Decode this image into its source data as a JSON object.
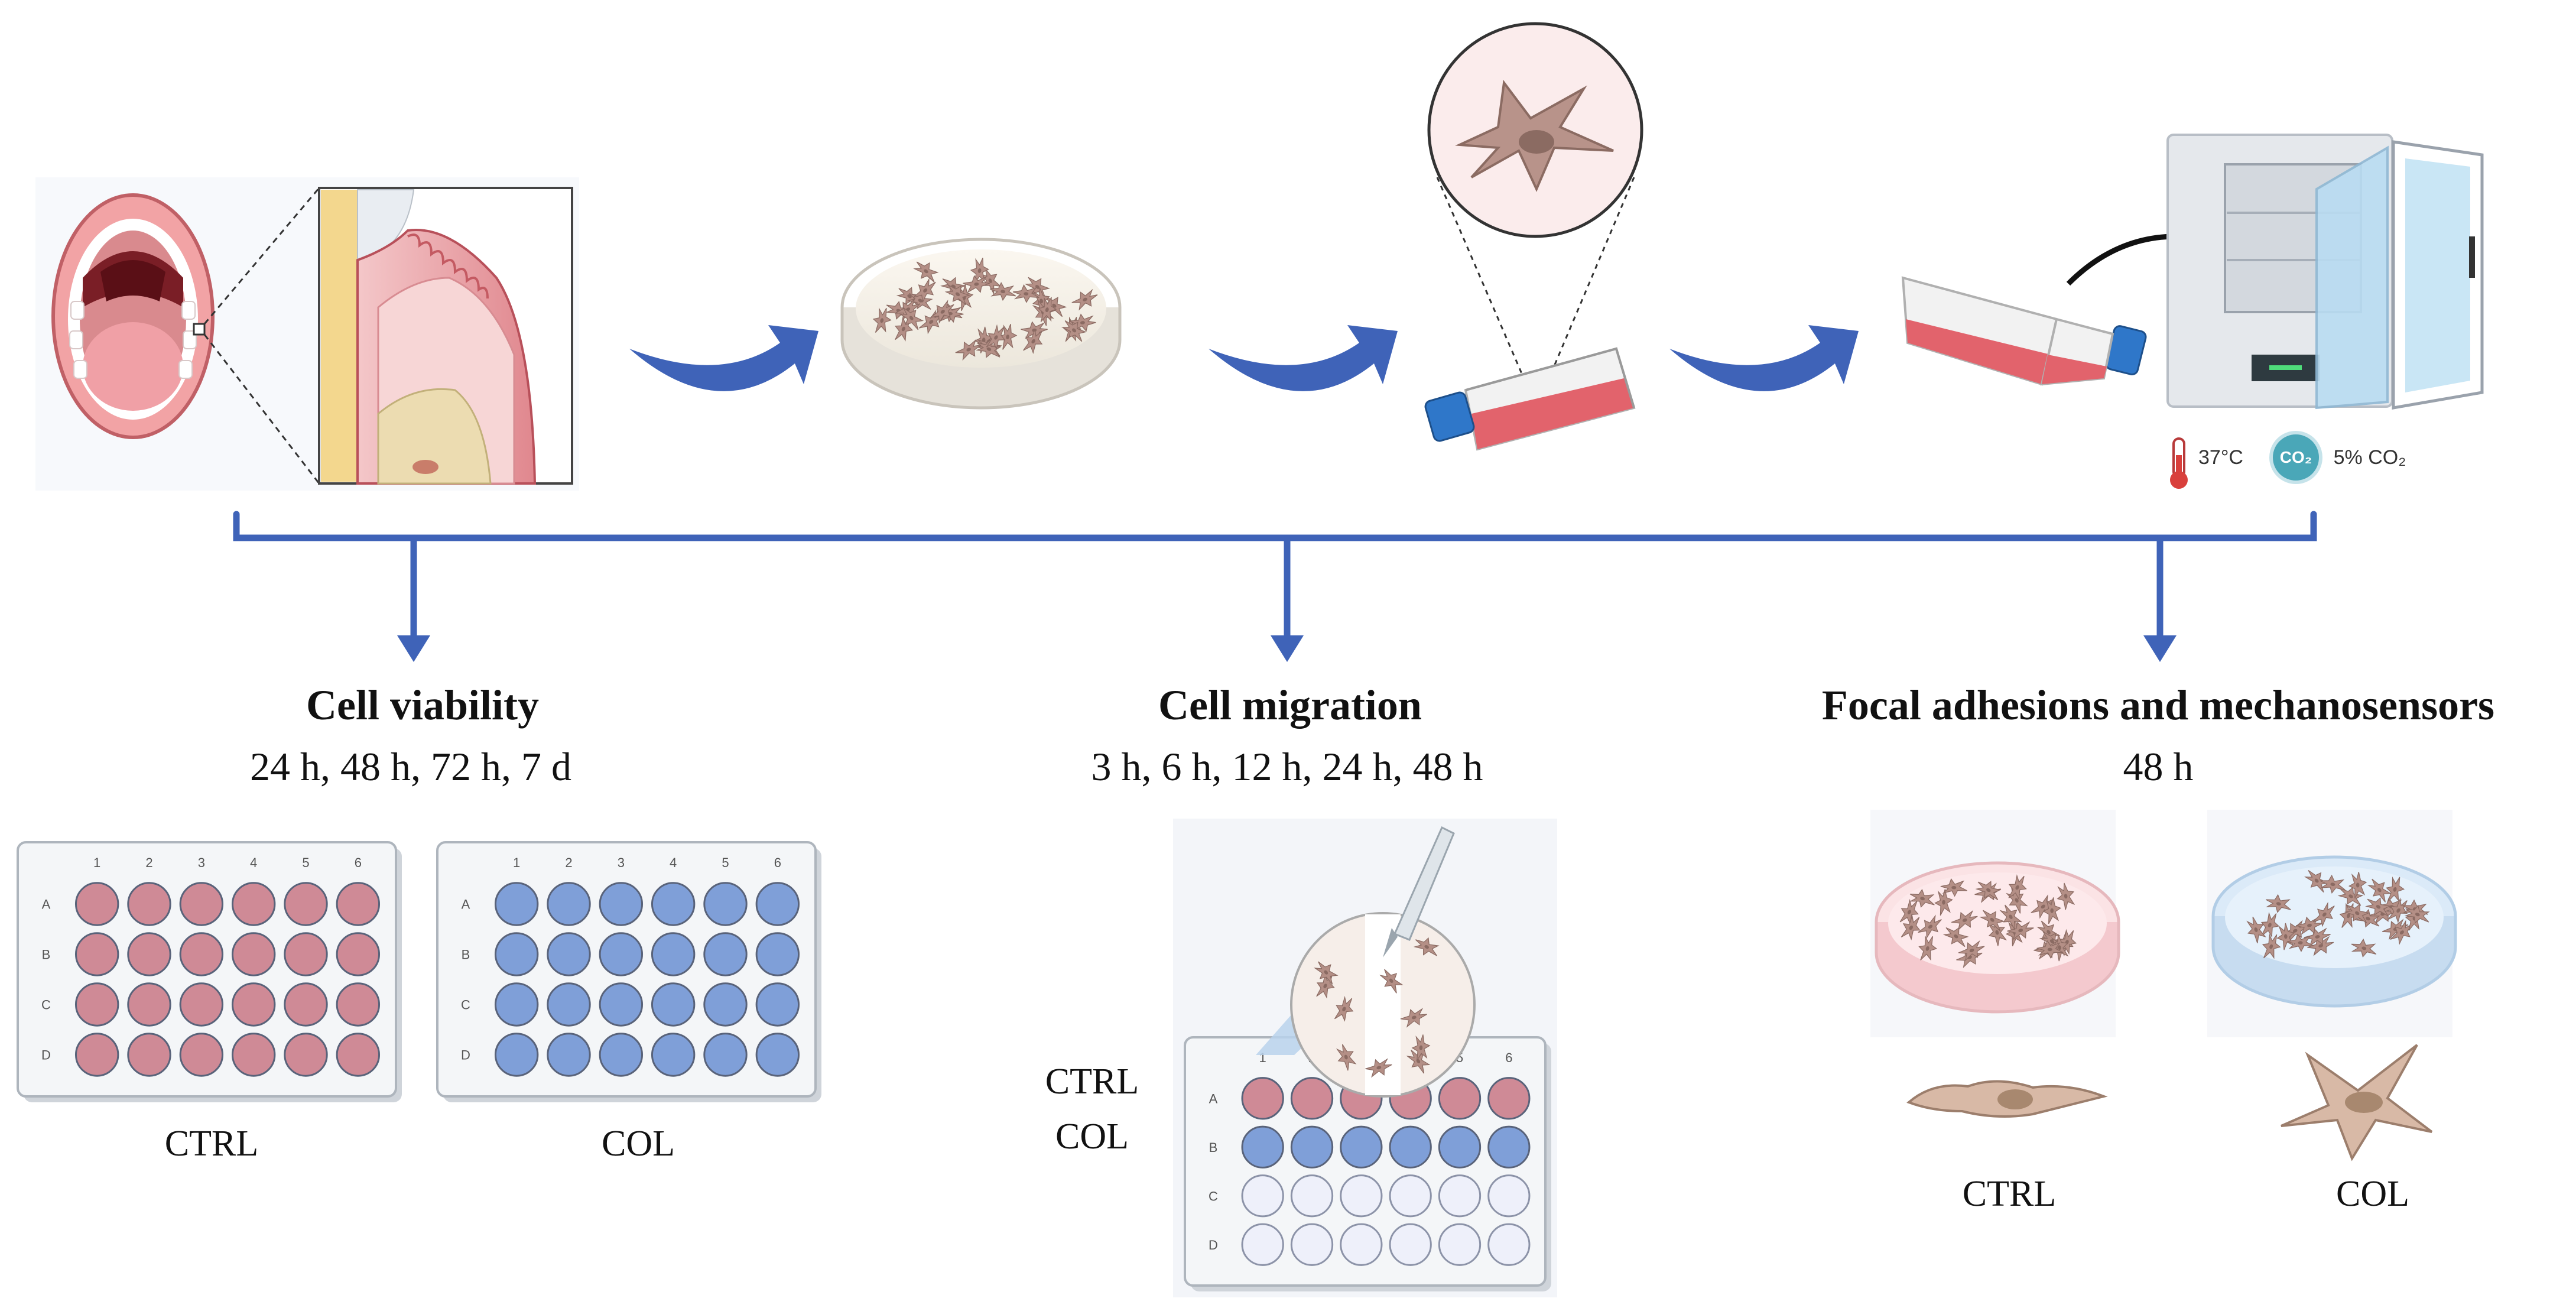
{
  "colors": {
    "arrow_blue": "#3f63b8",
    "ctrl_well": "#cf8a96",
    "col_well": "#7f9fd8",
    "empty_well": "#eef0fa",
    "flask_medium": "#e06a72",
    "cell_brown": "#b79187"
  },
  "icons": [
    "mouth-icon",
    "gingiva-section-icon",
    "petri-dish-icon",
    "fibroblast-icon",
    "culture-flask-icon",
    "incubator-icon",
    "thermometer-icon",
    "co2-icon",
    "pipette-icon"
  ],
  "incubator": {
    "temperature": "37°C",
    "co2_badge": "CO₂",
    "co2_label": "5% CO₂"
  },
  "sections": [
    {
      "title": "Cell viability",
      "times": "24 h, 48 h, 72 h, 7 d",
      "labels": [
        "CTRL",
        "COL"
      ]
    },
    {
      "title": "Cell migration",
      "times": "3 h, 6 h, 12 h, 24 h, 48 h",
      "labels": [
        "CTRL",
        "COL"
      ]
    },
    {
      "title": "Focal adhesions and mechanosensors",
      "times": "48 h",
      "labels": [
        "CTRL",
        "COL"
      ]
    }
  ],
  "plate": {
    "cols": [
      "1",
      "2",
      "3",
      "4",
      "5",
      "6"
    ],
    "rows": [
      "A",
      "B",
      "C",
      "D"
    ]
  }
}
